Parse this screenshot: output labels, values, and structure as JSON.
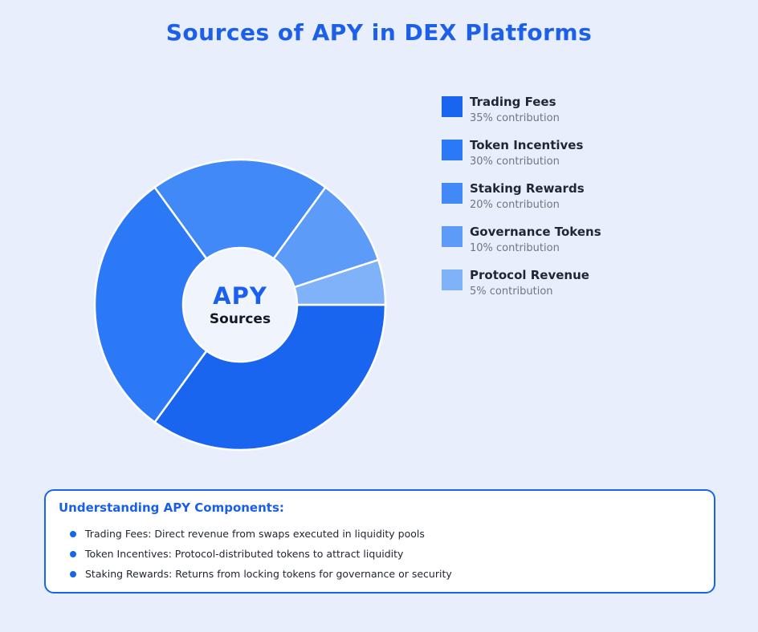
{
  "title": "Sources of APY in DEX Platforms",
  "center_label": {
    "line1": "APY",
    "line2": "Sources"
  },
  "chart_data": {
    "type": "pie",
    "donut": true,
    "title": "Sources of APY in DEX Platforms",
    "categories": [
      "Trading Fees",
      "Token Incentives",
      "Staking Rewards",
      "Governance Tokens",
      "Protocol Revenue"
    ],
    "values": [
      35,
      30,
      20,
      10,
      5
    ],
    "unit": "% contribution",
    "colors": [
      "#1965F0",
      "#2B79F6",
      "#4189F6",
      "#5C9CF8",
      "#80B2F9"
    ],
    "start_angle_deg": 0,
    "direction": "clockwise",
    "legend_position": "right",
    "center_label": [
      "APY",
      "Sources"
    ],
    "hole_fill": "#EFF4FD",
    "slice_stroke": "#FFFFFF"
  },
  "legend": {
    "items": [
      {
        "label": "Trading Fees",
        "sublabel": "35% contribution"
      },
      {
        "label": "Token Incentives",
        "sublabel": "30% contribution"
      },
      {
        "label": "Staking Rewards",
        "sublabel": "20% contribution"
      },
      {
        "label": "Governance Tokens",
        "sublabel": "10% contribution"
      },
      {
        "label": "Protocol Revenue",
        "sublabel": "5% contribution"
      }
    ]
  },
  "info_box": {
    "heading": "Understanding APY Components:",
    "bullets": [
      "Trading Fees: Direct revenue from swaps executed in liquidity pools",
      "Token Incentives: Protocol-distributed tokens to attract liquidity",
      "Staking Rewards: Returns from locking tokens for governance or security"
    ]
  },
  "colors": {
    "background": "#E8EEFC",
    "title_blue": "#1C5FE9",
    "accent_blue": "#1565F0",
    "legend_label": "#1F2733",
    "legend_sublabel": "#6E7781",
    "bullet_text": "#1F242E"
  }
}
